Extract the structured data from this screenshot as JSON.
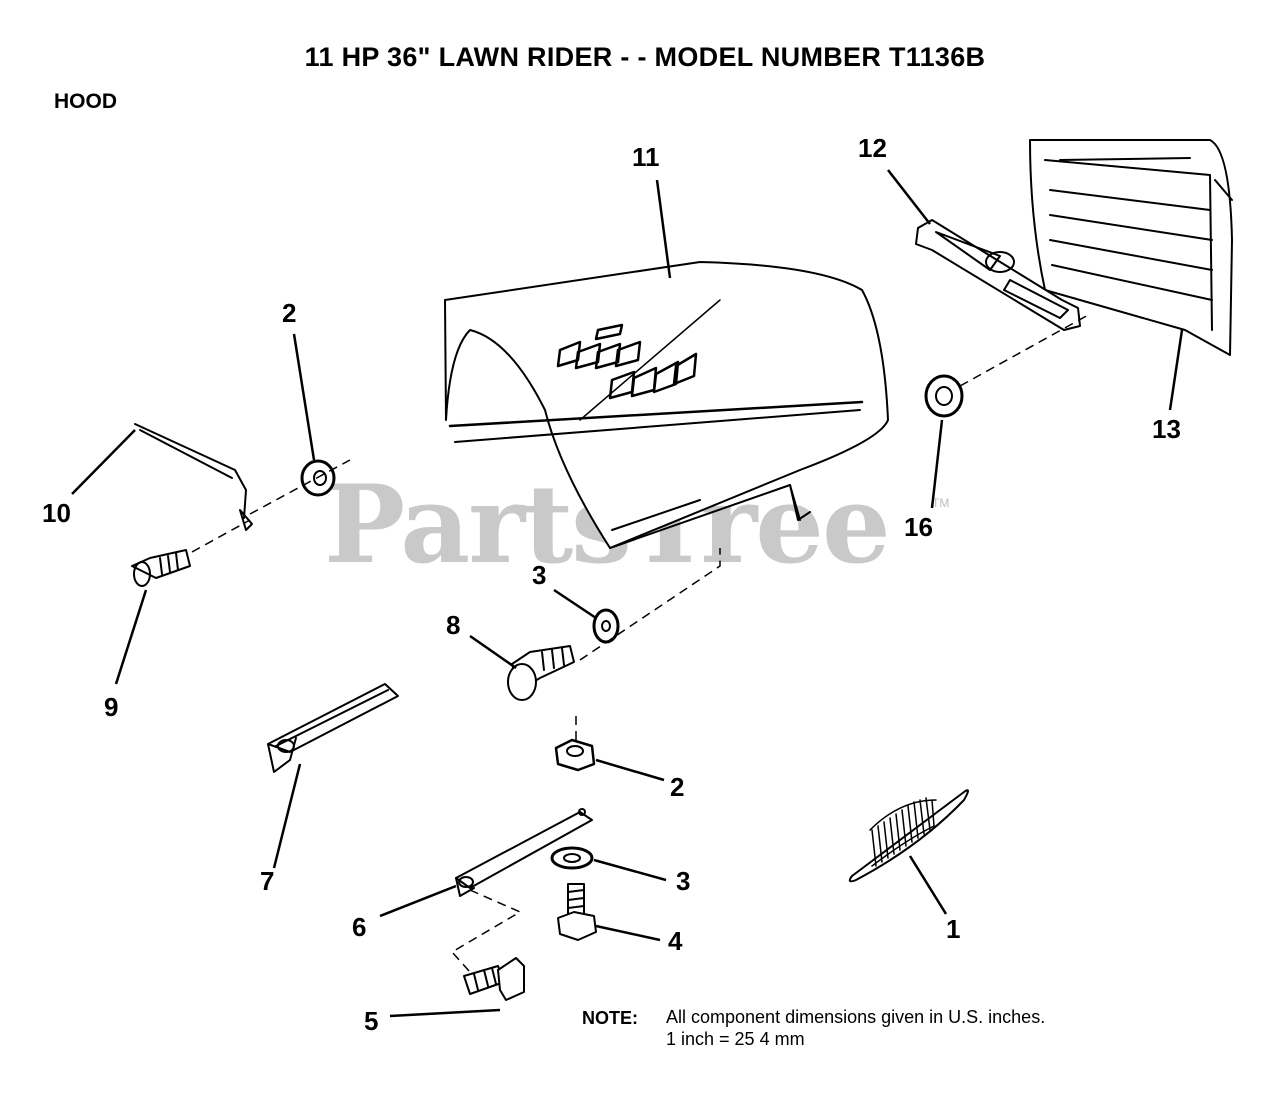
{
  "title": "11 HP 36\" LAWN RIDER - - MODEL NUMBER T1136B",
  "section": "HOOD",
  "watermark": "PartsTree",
  "trademark": "TM",
  "callouts": {
    "p1": "1",
    "p2a": "2",
    "p2b": "2",
    "p3a": "3",
    "p3b": "3",
    "p4": "4",
    "p5": "5",
    "p6": "6",
    "p7": "7",
    "p8": "8",
    "p9": "9",
    "p10": "10",
    "p11": "11",
    "p12": "12",
    "p13": "13",
    "p16": "16"
  },
  "note": {
    "label": "NOTE:",
    "line1": "All component dimensions given in U.S. inches.",
    "line2": "1 inch = 25 4 mm"
  }
}
